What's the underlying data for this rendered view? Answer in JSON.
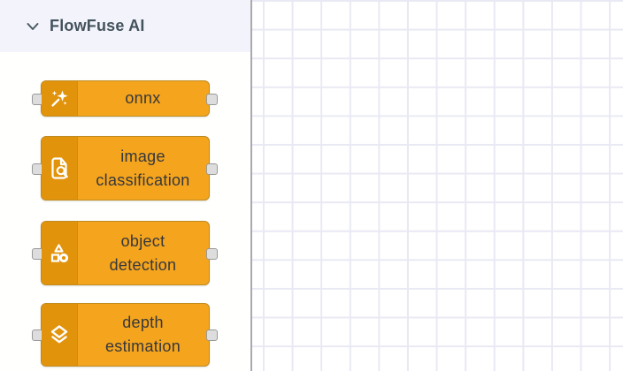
{
  "palette": {
    "header": {
      "label": "FlowFuse AI",
      "state": "expanded"
    },
    "nodes": [
      {
        "id": "onnx",
        "icon": "wand-sparkles-icon",
        "lines": [
          "onnx"
        ]
      },
      {
        "id": "image-classification",
        "icon": "file-search-icon",
        "lines": [
          "image",
          "classification"
        ]
      },
      {
        "id": "object-detection",
        "icon": "shapes-icon",
        "lines": [
          "object",
          "detection"
        ]
      },
      {
        "id": "depth-estimation",
        "icon": "layers-icon",
        "lines": [
          "depth",
          "estimation"
        ]
      }
    ],
    "colors": {
      "node_fill": "#f4a41d",
      "node_icon_strip": "#e2930c",
      "node_border": "#bf8b20",
      "node_text": "#36383c",
      "port_fill": "#dddddd",
      "port_border": "#999999",
      "header_bg": "#f3f4fb",
      "header_text": "#44525c",
      "canvas_bg": "#ffffff",
      "grid_line": "#e9e9f4"
    }
  }
}
